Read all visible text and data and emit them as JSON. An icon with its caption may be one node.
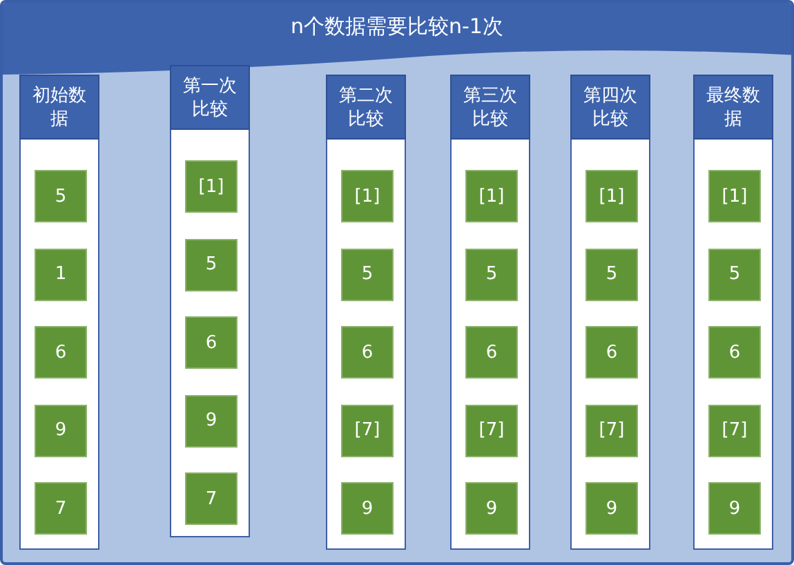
{
  "diagram": {
    "title": "n个数据需要比较n-1次",
    "nodes": [
      {
        "text": [
          "初始数据"
        ]
      },
      {
        "text": [
          "5"
        ],
        "in": 0
      },
      {
        "text": [
          "1"
        ],
        "in": 0
      },
      {
        "text": [
          "6"
        ],
        "in": 0
      },
      {
        "text": [
          "9"
        ],
        "in": 0
      },
      {
        "text": [
          "7"
        ],
        "in": 0
      },
      {
        "text": [
          "第一次比较"
        ]
      },
      {
        "text": [
          "[1]"
        ],
        "in": 6
      },
      {
        "text": [
          "5"
        ],
        "in": 6
      },
      {
        "text": [
          "6"
        ],
        "in": 6
      },
      {
        "text": [
          "9"
        ],
        "in": 6
      },
      {
        "text": [
          "7"
        ],
        "in": 6
      },
      {
        "text": [
          "第二次比较"
        ]
      },
      {
        "text": [
          "[1]"
        ],
        "in": 12
      },
      {
        "text": [
          "5"
        ],
        "in": 12
      },
      {
        "text": [
          "6"
        ],
        "in": 12
      },
      {
        "text": [
          "[7]"
        ],
        "in": 12
      },
      {
        "text": [
          "9"
        ],
        "in": 12
      },
      {
        "text": [
          "第三次比较"
        ]
      },
      {
        "text": [
          "[1]"
        ],
        "in": 18
      },
      {
        "text": [
          "5"
        ],
        "in": 18
      },
      {
        "text": [
          "6"
        ],
        "in": 18
      },
      {
        "text": [
          "[7]"
        ],
        "in": 18
      },
      {
        "text": [
          "9"
        ],
        "in": 18
      },
      {
        "text": [
          "第四次比较"
        ]
      },
      {
        "text": [
          "[1]"
        ],
        "in": 24
      },
      {
        "text": [
          "5"
        ],
        "in": 24
      },
      {
        "text": [
          "6"
        ],
        "in": 24
      },
      {
        "text": [
          "[7]"
        ],
        "in": 24
      },
      {
        "text": [
          "9"
        ],
        "in": 24
      },
      {
        "text": [
          "最终数据"
        ]
      },
      {
        "text": [
          "[1]"
        ],
        "in": 30
      },
      {
        "text": [
          "5"
        ],
        "in": 30
      },
      {
        "text": [
          "6"
        ],
        "in": 30
      },
      {
        "text": [
          "[7]"
        ],
        "in": 30
      },
      {
        "text": [
          "9"
        ],
        "in": 30
      }
    ]
  }
}
